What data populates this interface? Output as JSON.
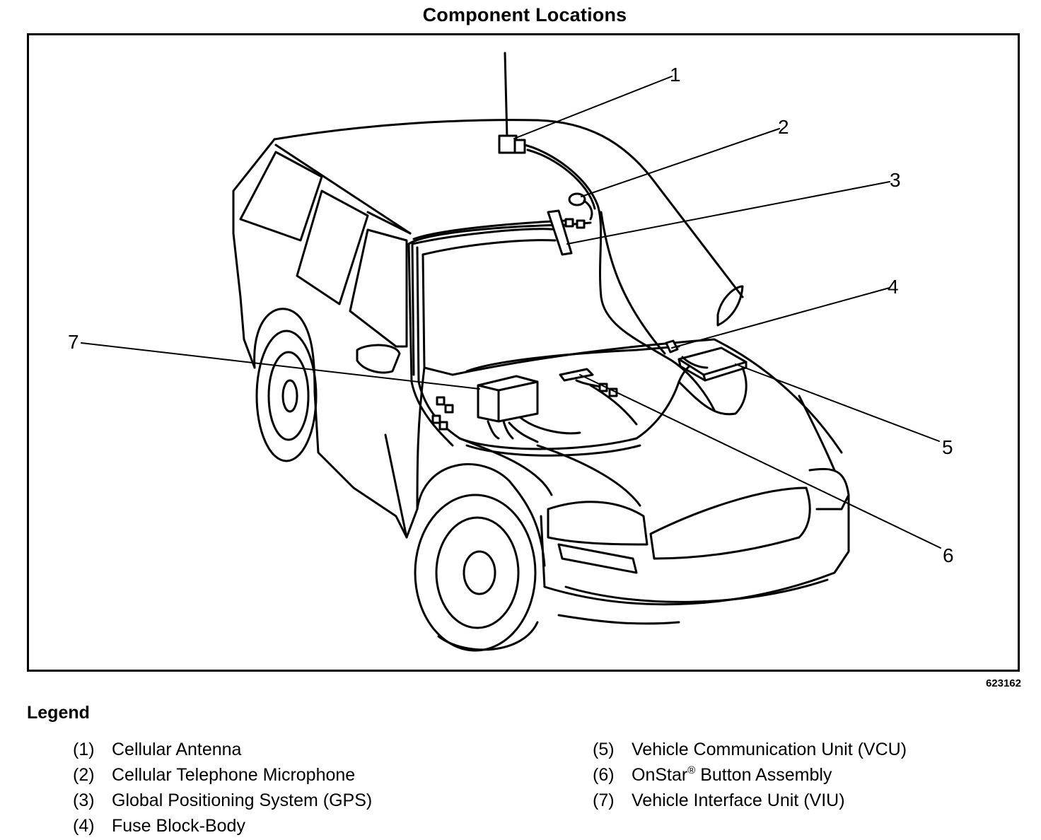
{
  "title": "Component Locations",
  "figure_id": "623162",
  "callouts": [
    "1",
    "2",
    "3",
    "4",
    "5",
    "6",
    "7"
  ],
  "legend": {
    "heading": "Legend",
    "left_items": [
      {
        "num": "(1)",
        "text": "Cellular Antenna"
      },
      {
        "num": "(2)",
        "text": "Cellular Telephone Microphone"
      },
      {
        "num": "(3)",
        "text": "Global Positioning System (GPS)"
      },
      {
        "num": "(4)",
        "text": "Fuse Block-Body"
      }
    ],
    "right_items": [
      {
        "num": "(5)",
        "text": "Vehicle Communication Unit (VCU)"
      },
      {
        "num": "(6)",
        "text": "OnStar",
        "sup": "®",
        "text_after": " Button Assembly"
      },
      {
        "num": "(7)",
        "text": "Vehicle Interface Unit (VIU)"
      }
    ]
  }
}
